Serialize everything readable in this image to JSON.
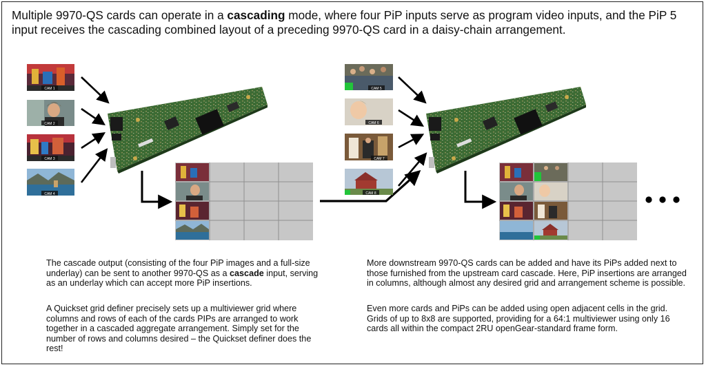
{
  "intro": {
    "before": "Multiple 9970-QS cards can operate in a ",
    "bold": "cascading",
    "after": " mode, where four PiP inputs serve as program video inputs, and the PiP 5 input receives the cascading combined layout of a preceding 9970-QS card in a daisy-chain arrangement."
  },
  "left_text": {
    "p1_before": "The cascade output (consisting of the four PiP images and a full-size underlay) can be sent to another 9970-QS as a ",
    "p1_bold": "cascade",
    "p1_after": " input, serving as an underlay which can accept more PiP insertions.",
    "p2": "A Quickset grid definer precisely sets up a multiviewer grid where columns and rows of each of the cards PIPs are arranged to work together in a cascaded aggregate arrangement. Simply set for the number of rows and columns desired – the Quickset definer does the rest!"
  },
  "right_text": {
    "p1": "More downstream 9970-QS cards can be added and have its PiPs added next to those furnished from the upstream card cascade. Here, PiP insertions are arranged in columns, although almost any desired grid and arrangement scheme is possible.",
    "p2": "Even more cards and PiPs can be added using open adjacent cells in the grid. Grids of up to 8x8 are supported, providing for a 64:1 multiviewer using only 16 cards all within the compact 2RU openGear-standard frame form."
  },
  "thumbnails": {
    "left": [
      "CAM 1",
      "CAM 2",
      "CAM 3",
      "CAM 4"
    ],
    "right": [
      "CAM 5",
      "CAM 6",
      "CAM 7",
      "CAM 8"
    ]
  },
  "colors": {
    "pcb_green": "#3c6b34",
    "grid_gray": "#c7c7c7",
    "grid_line": "#8f8f8f",
    "arrow": "#000000",
    "frame": "#222222"
  }
}
